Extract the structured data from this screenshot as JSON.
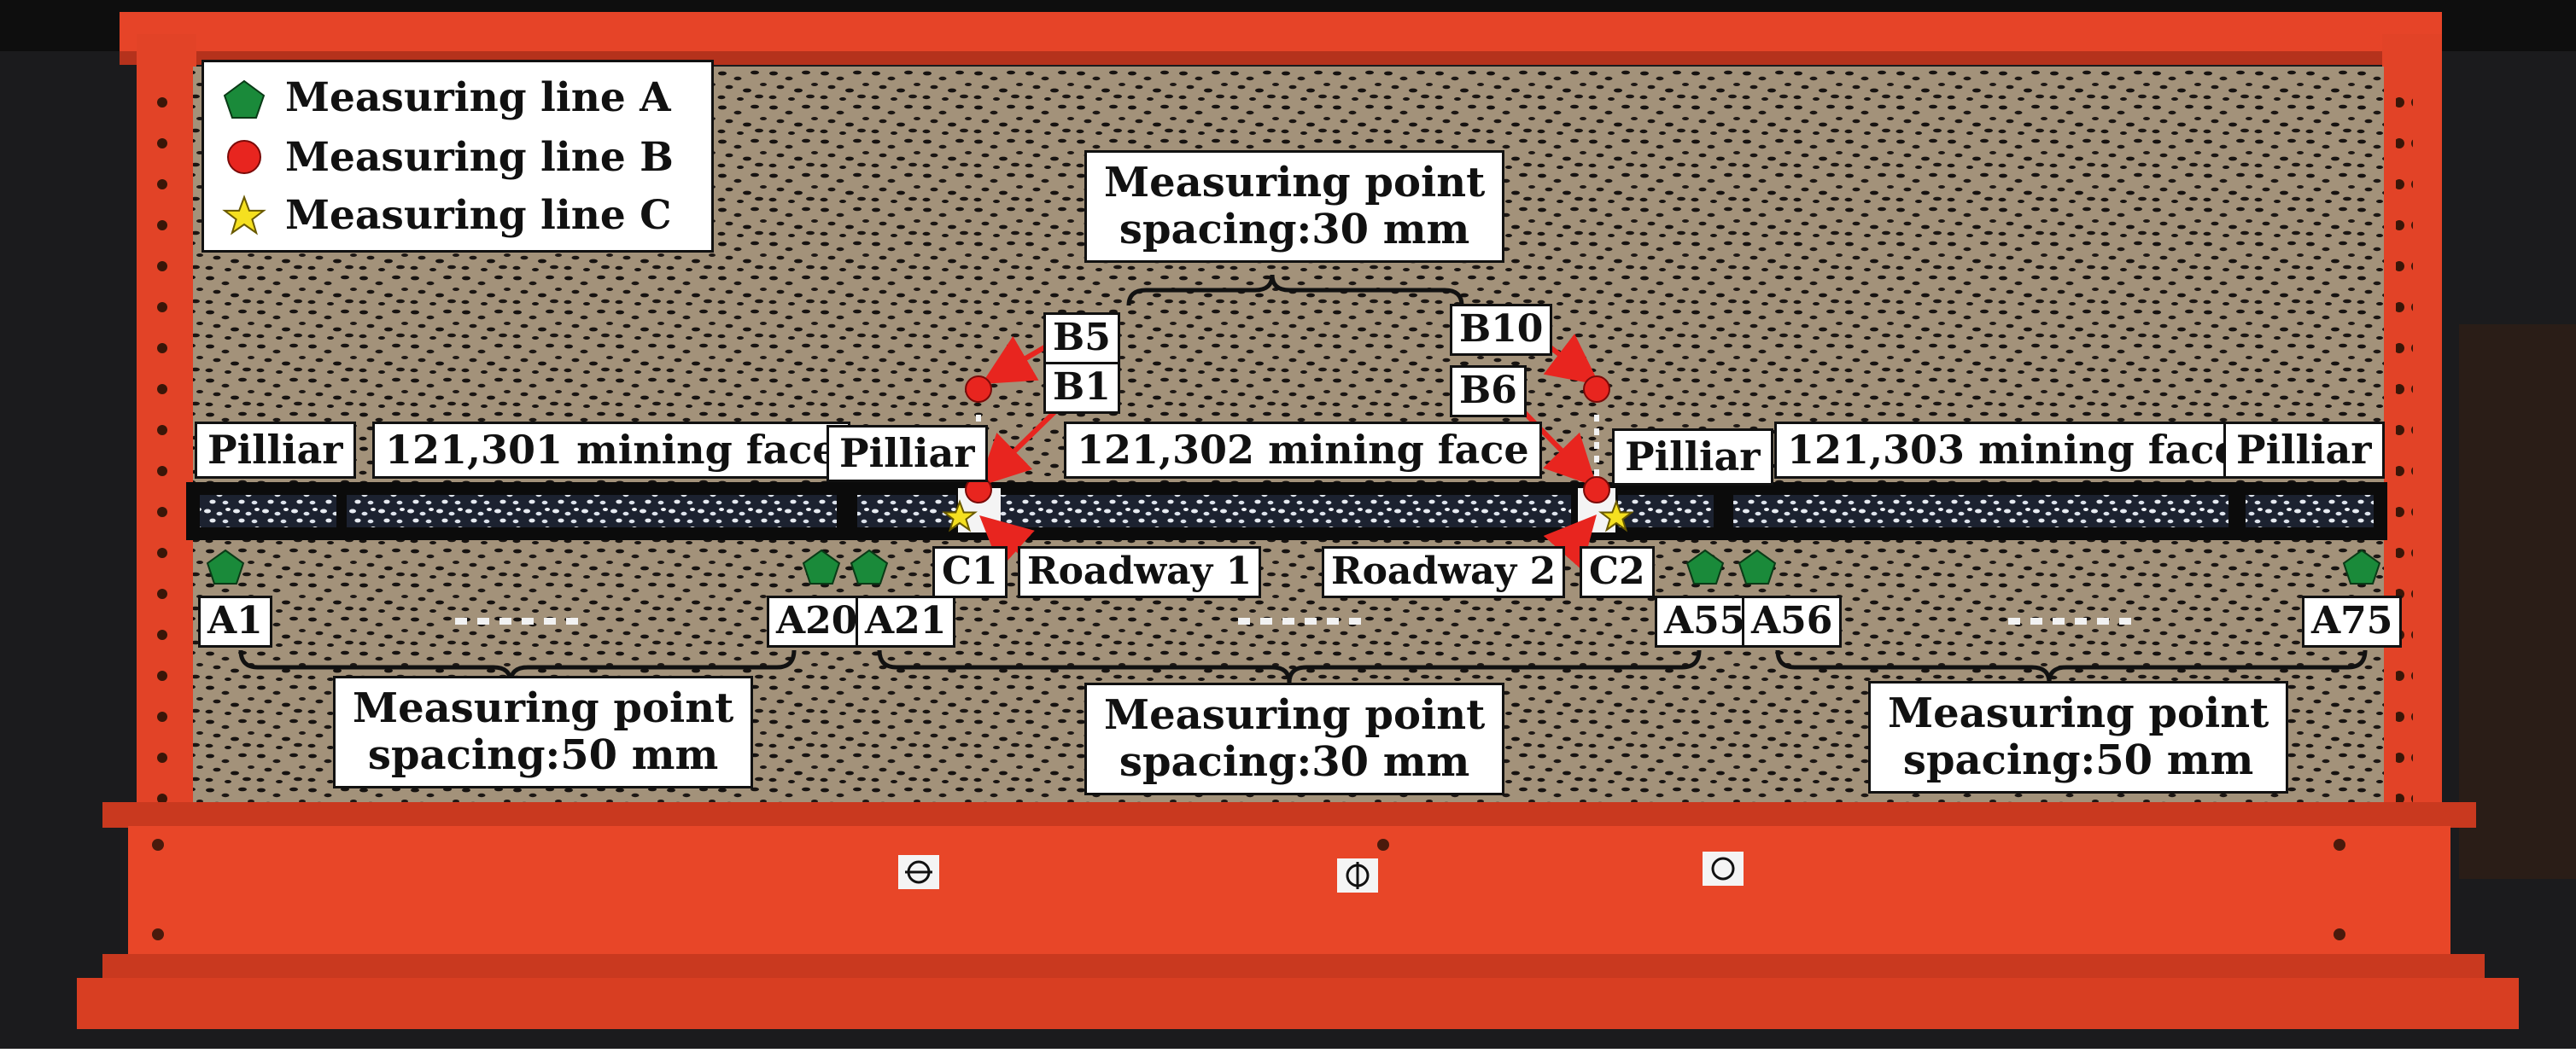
{
  "legend": {
    "line_a": "Measuring line A",
    "line_b": "Measuring line B",
    "line_c": "Measuring line C",
    "line_a_color": "#1a8a3a",
    "line_b_color": "#e8251f",
    "line_c_color": "#f5e020"
  },
  "zones": {
    "pilliar_1": "Pilliar",
    "face_1": "121,301 mining face",
    "pilliar_2": "Pilliar",
    "face_2": "121,302 mining face",
    "pilliar_3": "Pilliar",
    "face_3": "121,303 mining face",
    "pilliar_4": "Pilliar"
  },
  "roadways": {
    "roadway_1": "Roadway 1",
    "roadway_2": "Roadway 2"
  },
  "points": {
    "b5": "B5",
    "b1": "B1",
    "b10": "B10",
    "b6": "B6",
    "c1": "C1",
    "c2": "C2",
    "a1": "A1",
    "a20": "A20",
    "a21": "A21",
    "a55": "A55",
    "a56": "A56",
    "a75": "A75"
  },
  "spacing": {
    "top_line1": "Measuring point",
    "top_line2": "spacing:30 mm",
    "left_line1": "Measuring point",
    "left_line2": "spacing:50 mm",
    "middle_line1": "Measuring point",
    "middle_line2": "spacing:30 mm",
    "right_line1": "Measuring point",
    "right_line2": "spacing:50 mm"
  },
  "colors": {
    "frame": "#e8452a",
    "model": "#a08f77",
    "coal_seam": "#0c0c0c",
    "arrow": "#e8251f"
  }
}
